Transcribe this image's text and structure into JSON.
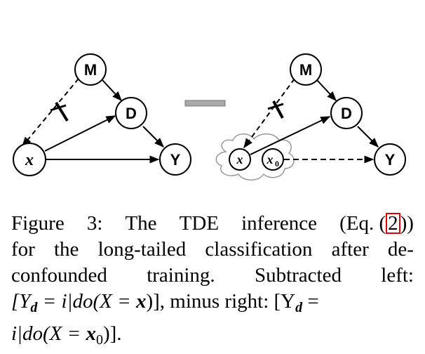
{
  "figure": {
    "left_graph": {
      "nodes": {
        "M": "M",
        "D": "D",
        "x": "x",
        "Y": "Y"
      }
    },
    "operator": "minus",
    "right_graph": {
      "nodes": {
        "M": "M",
        "D": "D",
        "x": "x",
        "x0_base": "x",
        "x0_sub": "0",
        "Y": "Y"
      }
    }
  },
  "caption": {
    "line1_parts": [
      "Figure",
      "3:",
      "The",
      "TDE",
      "inference",
      "(Eq."
    ],
    "ref_open": "(",
    "ref_number": "2",
    "ref_close": "))",
    "line2_parts": [
      "for",
      "the",
      "long-tailed",
      "classification",
      "after",
      "de-"
    ],
    "line3_parts": [
      "confounded",
      "training.",
      "Subtracted",
      "left:"
    ],
    "line4_text_a": "[Y",
    "line4_sub": "d",
    "line4_text_b": " = i|do(X = ",
    "line4_bold_x": "x",
    "line4_text_c": ")], minus right: [Y",
    "line4_sub2": "d",
    "line4_text_d": " =",
    "line5_text_a": "i|do(X = ",
    "line5_bold_x": "x",
    "line5_sub": "0",
    "line5_text_b": ")]."
  }
}
